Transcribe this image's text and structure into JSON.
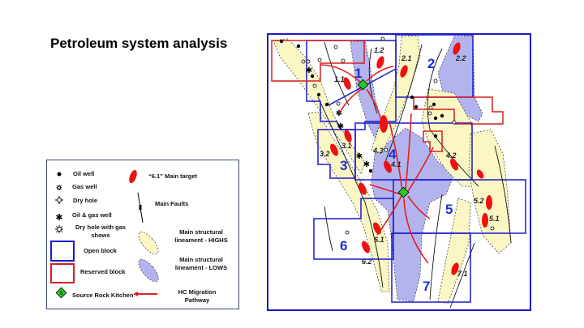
{
  "title": "Petroleum system analysis",
  "legend": {
    "oil_well": "Oil well",
    "gas_well": "Gas well",
    "dry_hole": "Dry hole",
    "oil_gas_well": "Oil & gas well",
    "dry_hole_gas": "Dry hole with gas shows",
    "open_block": "Open block",
    "reserved_block": "Reserved block",
    "source_kitchen": "Source Rock Kitchen",
    "main_target": "“6.1” Main target",
    "main_faults": "Main Faults",
    "highs": "Main structural lineament - HIGHS",
    "lows": "Main structural lineament - LOWS",
    "migration": "HC Migration Pathway",
    "kitchen_letter": "S"
  },
  "map": {
    "blocks": [
      "1",
      "2",
      "3",
      "4",
      "5",
      "6",
      "7"
    ],
    "prospects": [
      "1.1",
      "1.2",
      "2.1",
      "2.2",
      "3.1",
      "3.2",
      "4.1",
      "4.2",
      "4.3",
      "5.1",
      "5.2",
      "6.1",
      "6.2",
      "7.1"
    ]
  },
  "colors": {
    "open_block": "#1a1acc",
    "reserved_block": "#d42020",
    "target": "#ee1111",
    "high": "#fbf7c4",
    "low": "#b3b3ee",
    "kitchen": "#22cc22"
  }
}
